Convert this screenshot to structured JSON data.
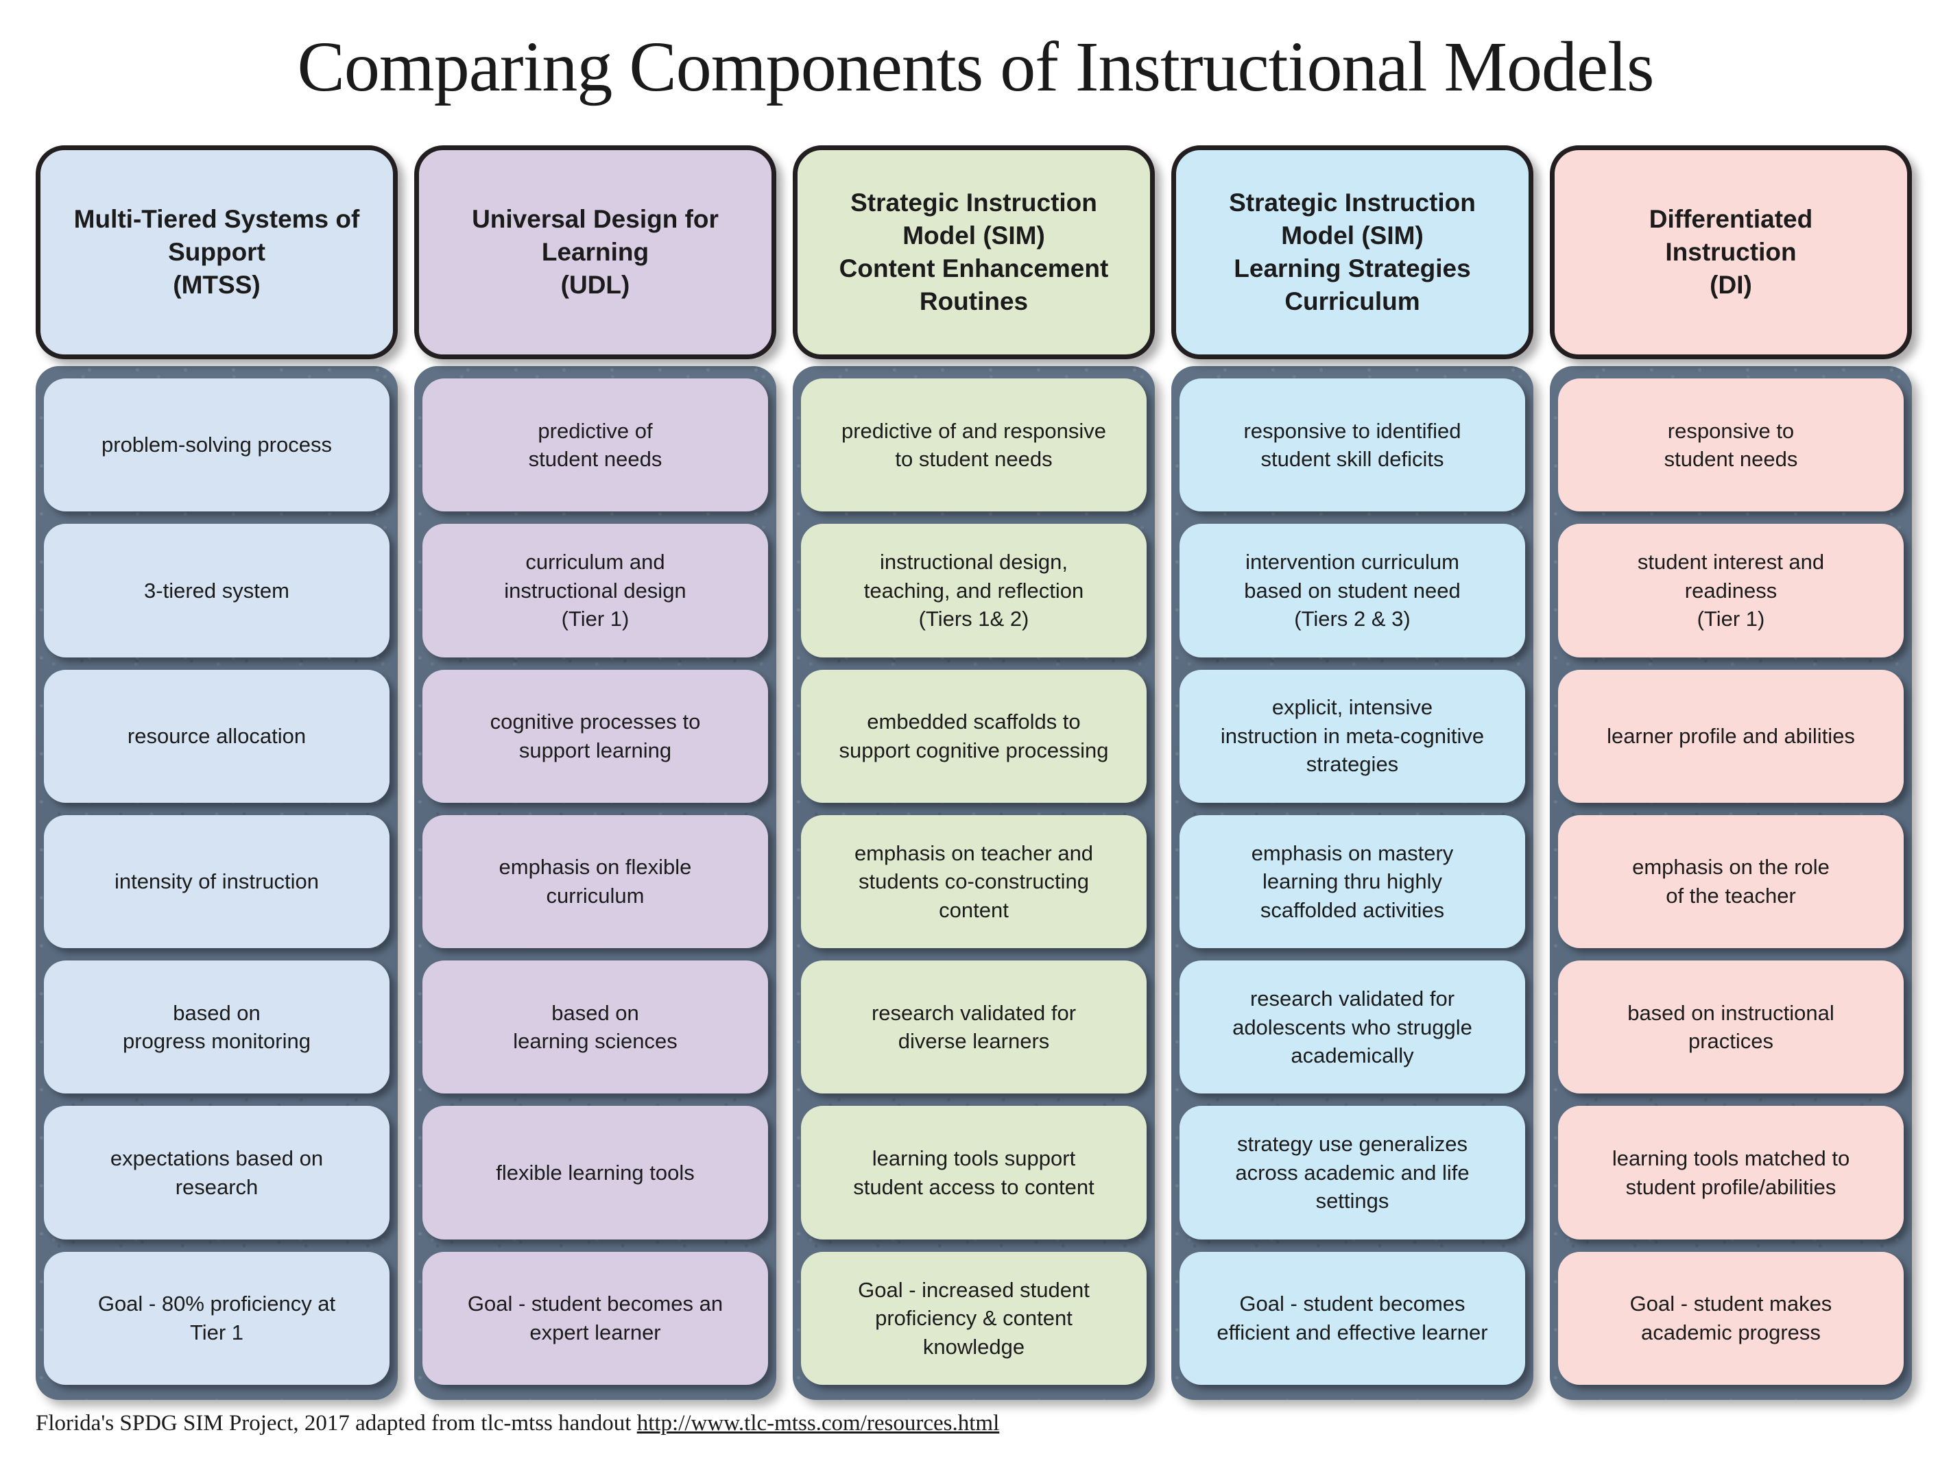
{
  "title": "Comparing Components of Instructional Models",
  "colors": {
    "mtss": "#d5e3f2",
    "udl": "#d9cde4",
    "sim_cer": "#dfe9ce",
    "sim_lsc": "#cbe9f7",
    "di": "#fadbd8",
    "panel": "#5c6d81",
    "outline": "#231f20",
    "text": "#1b1b1b",
    "background": "#ffffff"
  },
  "columns": [
    {
      "id": "mtss",
      "header": "Multi-Tiered Systems of\nSupport\n(MTSS)",
      "header_lines": [
        "Multi-Tiered Systems of",
        "Support",
        "(MTSS)"
      ],
      "cells": [
        "problem-solving process",
        "3-tiered system",
        "resource allocation",
        "intensity of instruction",
        "based on\nprogress monitoring",
        "expectations based on\nresearch",
        "Goal - 80% proficiency at\nTier 1"
      ]
    },
    {
      "id": "udl",
      "header": "Universal Design for\nLearning\n(UDL)",
      "header_lines": [
        "Universal Design for",
        "Learning",
        "(UDL)"
      ],
      "cells": [
        "predictive of\nstudent needs",
        "curriculum and\ninstructional design\n(Tier 1)",
        "cognitive processes to\nsupport learning",
        "emphasis on flexible\ncurriculum",
        "based on\nlearning sciences",
        "flexible learning tools",
        "Goal - student becomes an\nexpert learner"
      ]
    },
    {
      "id": "sim_cer",
      "header": "Strategic Instruction\nModel (SIM)\nContent Enhancement\nRoutines",
      "header_lines": [
        "Strategic Instruction",
        "Model (SIM)",
        "Content Enhancement",
        "Routines"
      ],
      "cells": [
        "predictive of and responsive\nto student needs",
        "instructional design,\nteaching, and reflection\n(Tiers 1& 2)",
        "embedded scaffolds to\nsupport cognitive processing",
        "emphasis on teacher and\nstudents co-constructing\ncontent",
        "research validated for\ndiverse learners",
        "learning tools support\nstudent access to content",
        "Goal - increased student\nproficiency & content\nknowledge"
      ]
    },
    {
      "id": "sim_lsc",
      "header": "Strategic Instruction\nModel (SIM)\nLearning Strategies\nCurriculum",
      "header_lines": [
        "Strategic Instruction",
        "Model (SIM)",
        "Learning Strategies",
        "Curriculum"
      ],
      "cells": [
        "responsive to identified\nstudent skill deficits",
        "intervention curriculum\nbased on student need\n(Tiers 2 & 3)",
        "explicit, intensive\ninstruction in meta-cognitive\nstrategies",
        "emphasis on mastery\nlearning thru highly\nscaffolded activities",
        "research validated for\nadolescents who struggle\nacademically",
        "strategy use generalizes\nacross academic and life\nsettings",
        "Goal - student becomes\nefficient and effective learner"
      ]
    },
    {
      "id": "di",
      "header": "Differentiated\nInstruction\n(DI)",
      "header_lines": [
        "Differentiated",
        "Instruction",
        "(DI)"
      ],
      "cells": [
        "responsive to\nstudent needs",
        "student interest and\nreadiness\n(Tier 1)",
        "learner profile and abilities",
        "emphasis on the role\nof the teacher",
        "based on instructional\npractices",
        "learning tools matched to\nstudent profile/abilities",
        "Goal - student makes\nacademic progress"
      ]
    }
  ],
  "footer": {
    "text_before": "Florida's SPDG SIM Project, 2017 adapted from tlc-mtss handout ",
    "link": "http://www.tlc-mtss.com/resources.html"
  }
}
